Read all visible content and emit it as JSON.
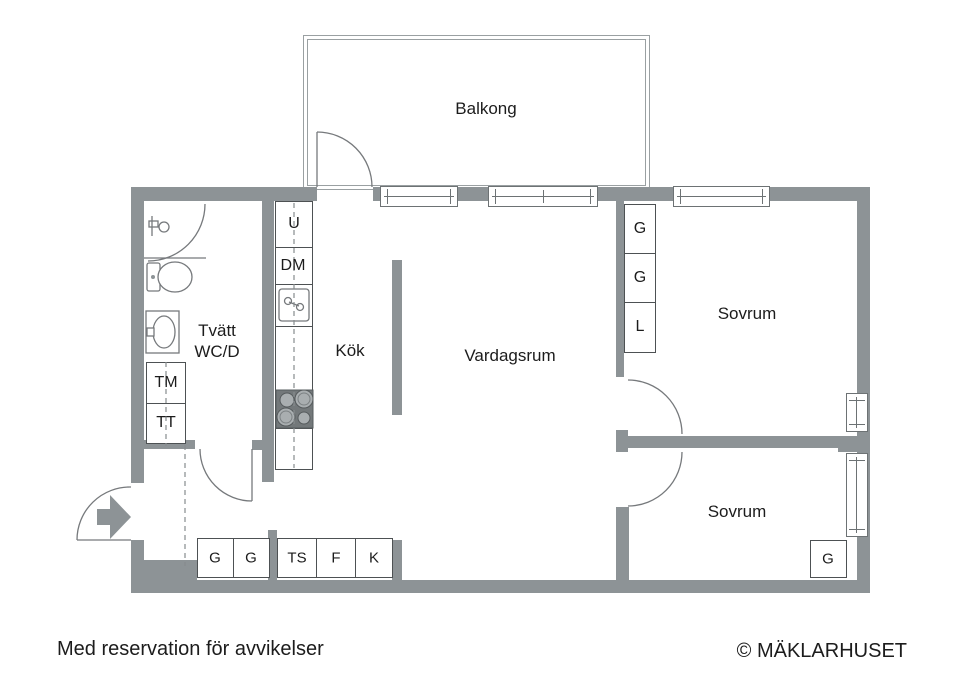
{
  "colors": {
    "wall": "#8d9396",
    "line": "#76797c",
    "cabinet": "#4d5153",
    "text": "#1c1c1c"
  },
  "labels": {
    "balcony": "Balkong",
    "kitchen": "Kök",
    "living_room": "Vardagsrum",
    "bedroom_top": "Sovrum",
    "bedroom_bottom": "Sovrum",
    "laundry": {
      "line1": "Tvätt",
      "line2": "WC/D"
    }
  },
  "cabinets": {
    "upper_cabinet": "U",
    "dishwasher": "DM",
    "washing_machine": "TM",
    "dryer": "TT",
    "bedroom_top_closets": [
      "G",
      "G",
      "L"
    ],
    "hall_closets_left": [
      "G",
      "G"
    ],
    "hall_closets_right": [
      "TS",
      "F",
      "K"
    ],
    "bedroom_bottom_closet": "G"
  },
  "footer": {
    "disclaimer": "Med reservation för avvikelser",
    "copyright": "© MÄKLARHUSET"
  }
}
